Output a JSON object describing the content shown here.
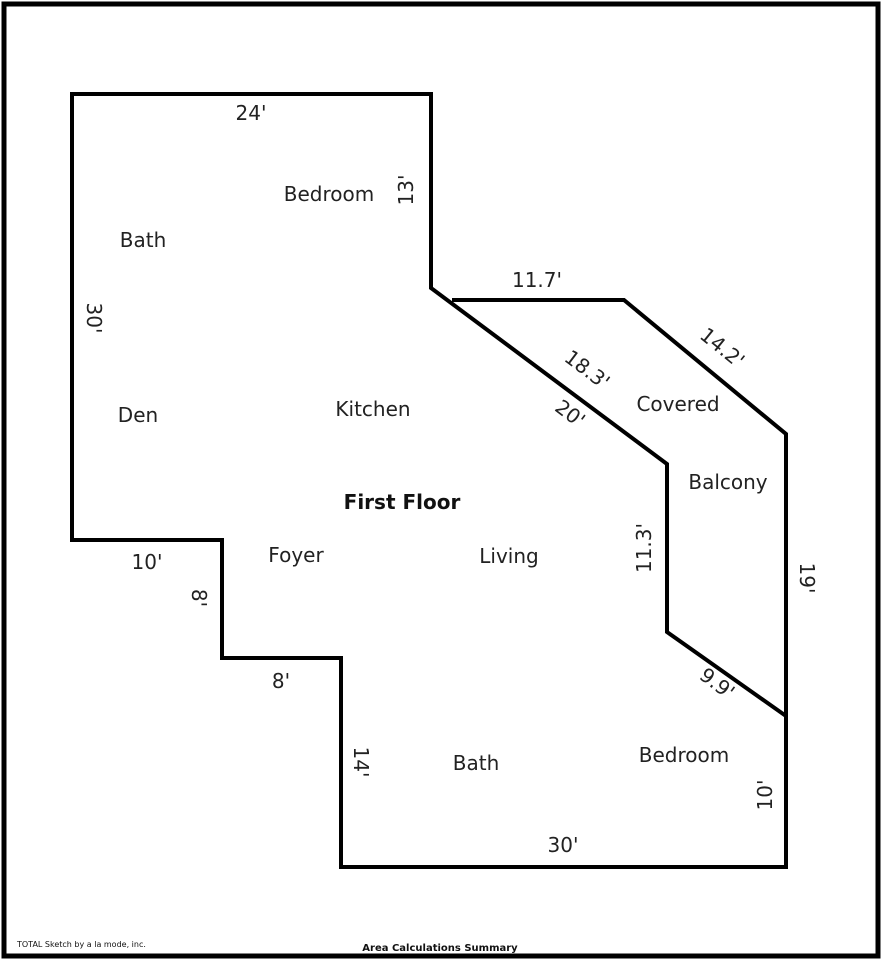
{
  "title": "First Floor",
  "rooms": {
    "bedroom_top": "Bedroom",
    "bath_top": "Bath",
    "den": "Den",
    "kitchen": "Kitchen",
    "foyer": "Foyer",
    "living": "Living",
    "bath_bottom": "Bath",
    "bedroom_bottom": "Bedroom",
    "covered": "Covered",
    "balcony": "Balcony"
  },
  "dimensions": {
    "top": "24'",
    "top_right": "13'",
    "left": "30'",
    "balcony_top": "11.7'",
    "balcony_diag": "14.2'",
    "inner_diag": "18.3'",
    "main_diag": "20'",
    "inner_vertical": "11.3'",
    "right": "19'",
    "lower_diag": "9.9'",
    "step_horizontal": "10'",
    "step_vertical": "8'",
    "step2_horizontal": "8'",
    "step2_vertical": "14'",
    "bottom_right": "10'",
    "bottom": "30'"
  },
  "footer": {
    "credit": "TOTAL Sketch by a la mode, inc.",
    "summary": "Area Calculations Summary"
  }
}
